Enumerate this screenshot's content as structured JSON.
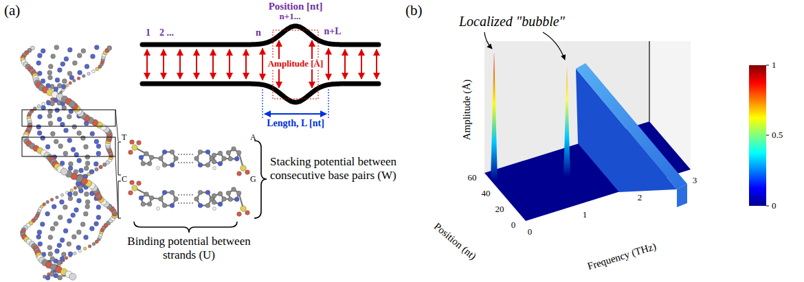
{
  "diagram": {
    "labels": [
      "(a)",
      "Position [nt]",
      "1",
      "2 ...",
      "n+1...",
      "n",
      "n+L",
      "Amplitude [Å]",
      "Length, L [nt]",
      "T",
      "A",
      "C",
      "G",
      "Stacking potential between consecutive base pairs (W)",
      "Binding potential between strands (U)",
      "(b)",
      "Localized \"bubble\"",
      "Amplitude (Å)",
      "Position (nt)",
      "Frequency (THz)",
      "0",
      "20",
      "40",
      "60",
      "0",
      "1",
      "2",
      "3",
      "1",
      "0.5",
      "0"
    ]
  }
}
